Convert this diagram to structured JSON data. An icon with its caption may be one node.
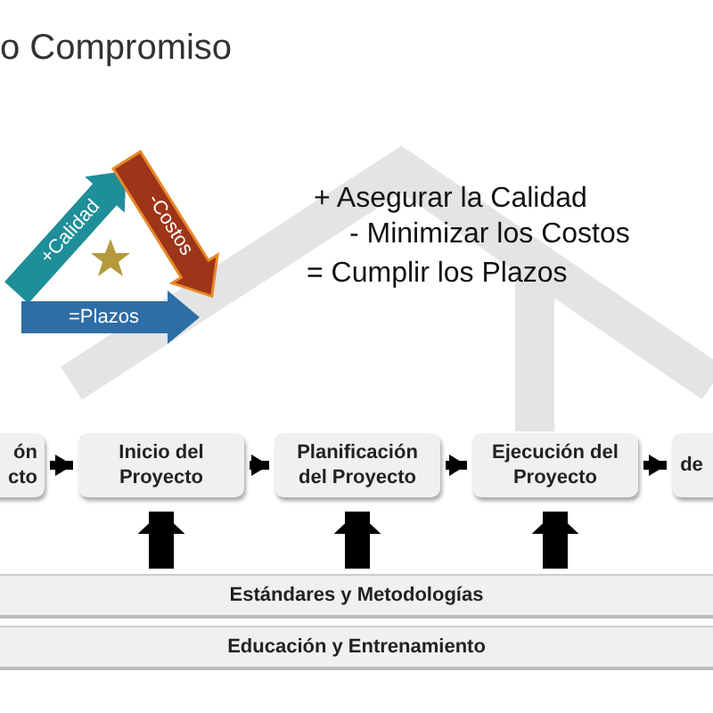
{
  "diagram": {
    "title": "o Compromiso",
    "nodes": [
      {
        "text": [
          "ón cto"
        ]
      },
      {
        "text": [
          "Inicio del Proyecto"
        ]
      },
      {
        "text": [
          "Planificación del Proyecto"
        ]
      },
      {
        "text": [
          "Ejecución del Proyecto"
        ]
      },
      {
        "text": [
          "de"
        ]
      },
      {
        "text": [
          "Estándares y Metodologías"
        ]
      },
      {
        "text": [
          "Educación y Entrenamiento"
        ]
      }
    ],
    "edges": [
      {
        "from": 0,
        "to": 1,
        "arrow": "to"
      },
      {
        "from": 1,
        "to": 2,
        "arrow": "to"
      },
      {
        "from": 2,
        "to": 3,
        "arrow": "to"
      },
      {
        "from": 3,
        "to": 4,
        "arrow": "to"
      },
      {
        "from": 5,
        "to": 1,
        "arrow": "to",
        "style": "thick"
      },
      {
        "from": 5,
        "to": 2,
        "arrow": "to",
        "style": "thick"
      },
      {
        "from": 5,
        "to": 3,
        "arrow": "to",
        "style": "thick"
      }
    ],
    "labels": [
      "+Calidad",
      "-Costos",
      "=Plazos",
      "+ Asegurar la Calidad",
      "- Minimizar los Costos",
      "= Cumplir los Plazos"
    ]
  }
}
